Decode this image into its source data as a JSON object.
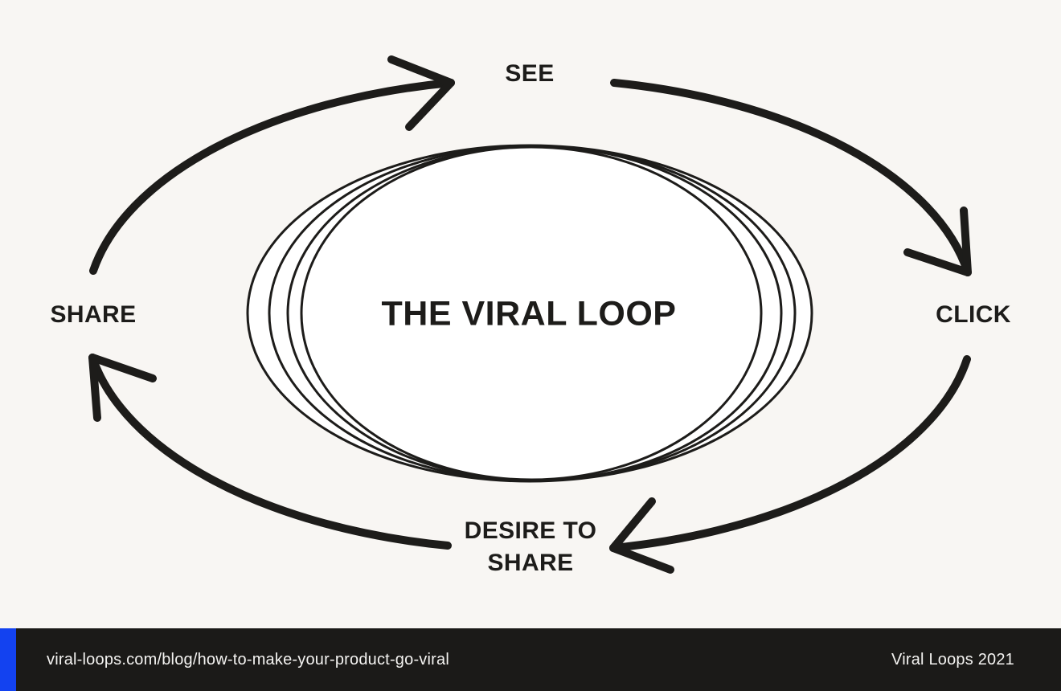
{
  "theme": {
    "background": "#f8f6f3",
    "ink": "#1d1c1a",
    "ellipse_fill": "#ffffff",
    "footer_bg": "#1b1a18",
    "footer_text": "#f4f3f1",
    "accent_blue": "#1342f0"
  },
  "diagram": {
    "title": "THE VIRAL LOOP",
    "steps": [
      {
        "label": "SEE",
        "position": "top"
      },
      {
        "label": "CLICK",
        "position": "right"
      },
      {
        "label": "DESIRE TO SHARE",
        "position": "bottom"
      },
      {
        "label": "SHARE",
        "position": "left"
      }
    ],
    "flow_direction": "clockwise"
  },
  "footer": {
    "url": "viral-loops.com/blog/how-to-make-your-product-go-viral",
    "credit": "Viral Loops 2021"
  }
}
